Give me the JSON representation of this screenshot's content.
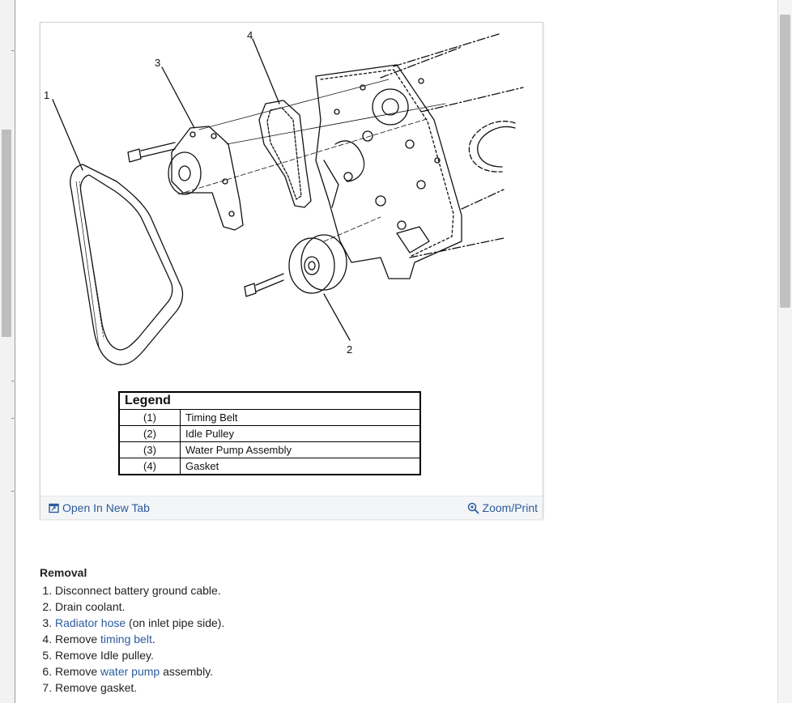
{
  "figure": {
    "callouts": [
      "1",
      "2",
      "3",
      "4"
    ],
    "legend": {
      "title": "Legend",
      "rows": [
        {
          "num": "(1)",
          "label": "Timing Belt"
        },
        {
          "num": "(2)",
          "label": "Idle Pulley"
        },
        {
          "num": "(3)",
          "label": "Water Pump Assembly"
        },
        {
          "num": "(4)",
          "label": "Gasket"
        }
      ]
    },
    "open_label": "Open In New Tab",
    "zoom_label": "Zoom/Print"
  },
  "removal": {
    "heading": "Removal",
    "steps": [
      {
        "pre": "Disconnect battery ground cable.",
        "link": "",
        "post": ""
      },
      {
        "pre": "Drain coolant.",
        "link": "",
        "post": ""
      },
      {
        "pre": "",
        "link": "Radiator hose",
        "post": " (on inlet pipe side)."
      },
      {
        "pre": "Remove ",
        "link": "timing belt",
        "post": "."
      },
      {
        "pre": "Remove Idle pulley.",
        "link": "",
        "post": ""
      },
      {
        "pre": "Remove ",
        "link": "water pump",
        "post": " assembly."
      },
      {
        "pre": "Remove gasket.",
        "link": "",
        "post": ""
      }
    ]
  },
  "colors": {
    "link": "#2b5b9e",
    "footer_bg": "#f4f5f7"
  },
  "icons": [
    "open-new-tab-icon",
    "zoom-icon"
  ]
}
